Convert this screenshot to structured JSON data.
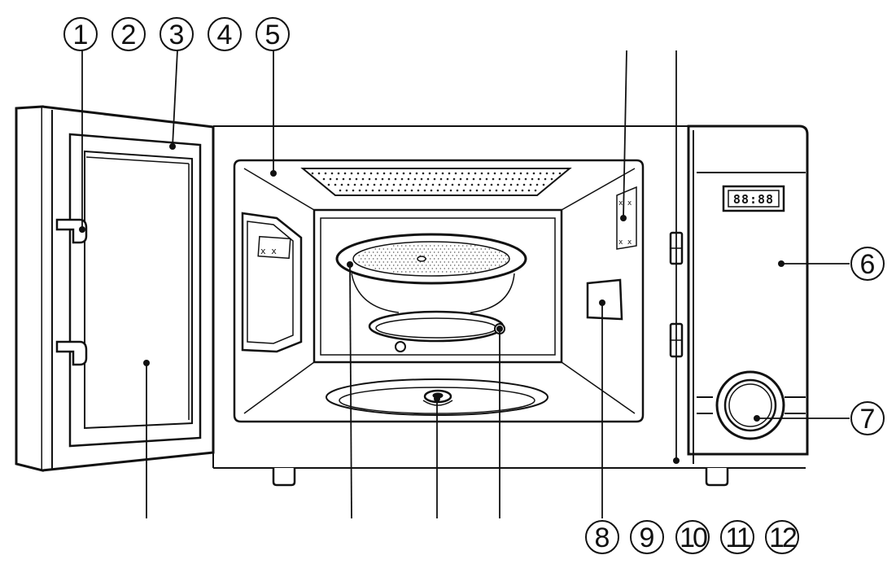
{
  "diagram": {
    "callouts": [
      {
        "id": "1",
        "label": "1"
      },
      {
        "id": "2",
        "label": "2"
      },
      {
        "id": "3",
        "label": "3"
      },
      {
        "id": "4",
        "label": "4"
      },
      {
        "id": "5",
        "label": "5"
      },
      {
        "id": "6",
        "label": "6"
      },
      {
        "id": "7",
        "label": "7"
      },
      {
        "id": "8",
        "label": "8"
      },
      {
        "id": "9",
        "label": "9"
      },
      {
        "id": "10",
        "label": "10"
      },
      {
        "id": "11",
        "label": "11"
      },
      {
        "id": "12",
        "label": "12"
      }
    ],
    "display_text": "88:88"
  }
}
